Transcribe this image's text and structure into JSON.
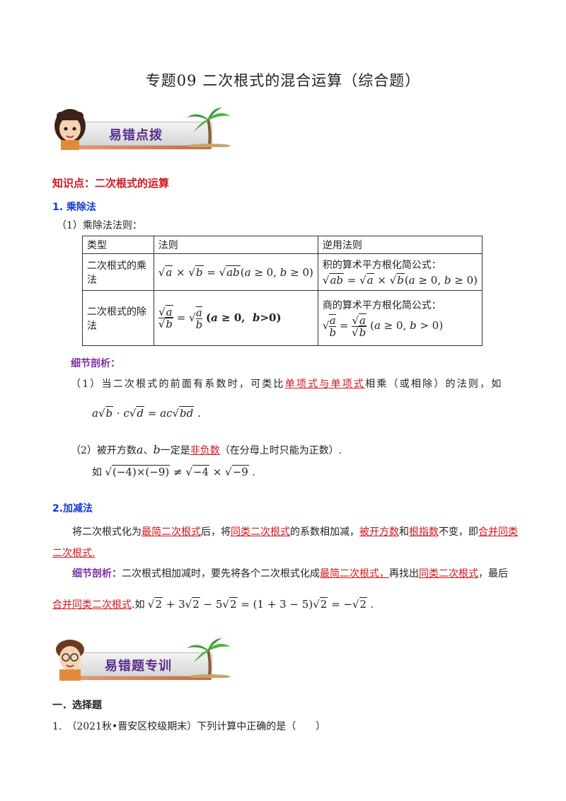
{
  "title": "专题09 二次根式的混合运算（综合题）",
  "banner1": "易错点拨",
  "banner2": "易错题专训",
  "knowledge_heading": "知识点：二次根式的运算",
  "sec1_heading": "1. 乘除法",
  "sec1_sub": "（1）乘除法法则：",
  "table": {
    "headers": [
      "类型",
      "法则",
      "逆用法则"
    ],
    "rows": [
      {
        "type": "二次根式的乘法",
        "rule": "√a × √b = √ab(a ≥ 0, b ≥ 0)",
        "inverse_title": "积的算术平方根化简公式：",
        "inverse": "√ab = √a × √b(a ≥ 0, b ≥ 0)"
      },
      {
        "type": "二次根式的除法",
        "rule": "√a/√b = √(a/b) (a ≥ 0,  b>0)",
        "inverse_title": "商的算术平方根化简公式：",
        "inverse": "√(a/b) = √a/√b (a ≥ 0, b > 0)"
      }
    ]
  },
  "detail_label": "细节剖析：",
  "detail1": {
    "prefix": "（1）当二次根式的前面有系数时，可类比",
    "highlight": "单项式与单项式",
    "suffix": "相乘（或相除）的法则，如",
    "formula": "a√b · c√d = ac√bd",
    "end": "."
  },
  "detail2": {
    "prefix": "（2）被开方数",
    "var_a": "a",
    "sep": "、",
    "var_b": "b",
    "mid": "一定是",
    "highlight": "非负数",
    "suffix": "（在分母上时只能为正数）.",
    "example_prefix": "如",
    "formula": "√((-4)×(-9)) ≠ √-4 × √-9",
    "end": "."
  },
  "sec2_heading": "2.加减法",
  "sec2": {
    "p1": "将二次根式化为",
    "h1": "最简二次根式",
    "p2": "后，将",
    "h2": "同类二次根式",
    "p3": "的系数相加减，",
    "h3": "被开方数",
    "p4": "和",
    "h4": "根指数",
    "p5": "不变，即",
    "h5": "合并同类二次根式.",
    "detail_label": "细节剖析：",
    "d1": "二次根式相加减时，要先将各个二次根式化成",
    "dh1": "最简二次根式，",
    "d2": "再找出",
    "dh2": "同类二次根式",
    "d3": "，最后",
    "dh3": "合并同类二次根式",
    "d4": ".如",
    "formula": "√2 + 3√2 − 5√2 = (1 + 3 − 5)√2 = −√2",
    "end": "."
  },
  "exercise_heading": "一．选择题",
  "q1": "1.　（2021秋•晋安区校级期末）下列计算中正确的是（　　）",
  "colors": {
    "red": "#d4141c",
    "blue": "#1038d0",
    "purple": "#7b2ea6",
    "banner_text": "#5a2f8f"
  }
}
